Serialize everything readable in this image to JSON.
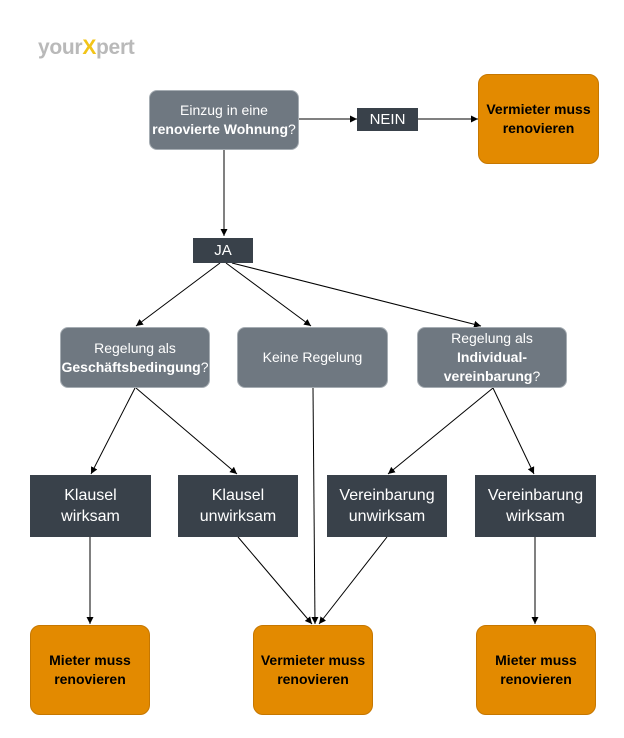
{
  "logo": {
    "part1": "your",
    "part2": "X",
    "part3": "pert"
  },
  "nodes": {
    "q_move_in": {
      "line1": "Einzug in eine",
      "bold": "renovierte Wohnung",
      "suffix": "?"
    },
    "label_nein": "NEIN",
    "result_landlord_top": {
      "line1": "Vermieter muss",
      "line2": "renovieren"
    },
    "label_ja": "JA",
    "q_terms": {
      "line1": "Regelung als",
      "bold": "Geschäftsbedingung",
      "suffix": "?"
    },
    "q_none": "Keine Regelung",
    "q_individual": {
      "line1": "Regelung als",
      "bold1": "Individual-",
      "bold2": "vereinbarung",
      "suffix": "?"
    },
    "clause_valid": {
      "line1": "Klausel",
      "line2": "wirksam"
    },
    "clause_invalid": {
      "line1": "Klausel",
      "line2": "unwirksam"
    },
    "agreement_invalid": {
      "line1": "Vereinbarung",
      "line2": "unwirksam"
    },
    "agreement_valid": {
      "line1": "Vereinbarung",
      "line2": "wirksam"
    },
    "result_tenant_left": {
      "line1": "Mieter muss",
      "line2": "renovieren"
    },
    "result_landlord_bottom": {
      "line1": "Vermieter muss",
      "line2": "renovieren"
    },
    "result_tenant_right": {
      "line1": "Mieter muss",
      "line2": "renovieren"
    }
  },
  "colors": {
    "question_box": "#6f7881",
    "dark_box": "#39414a",
    "result_box": "#e38a00",
    "logo_gray": "#b9b9b9",
    "logo_yellow": "#f2c418"
  }
}
